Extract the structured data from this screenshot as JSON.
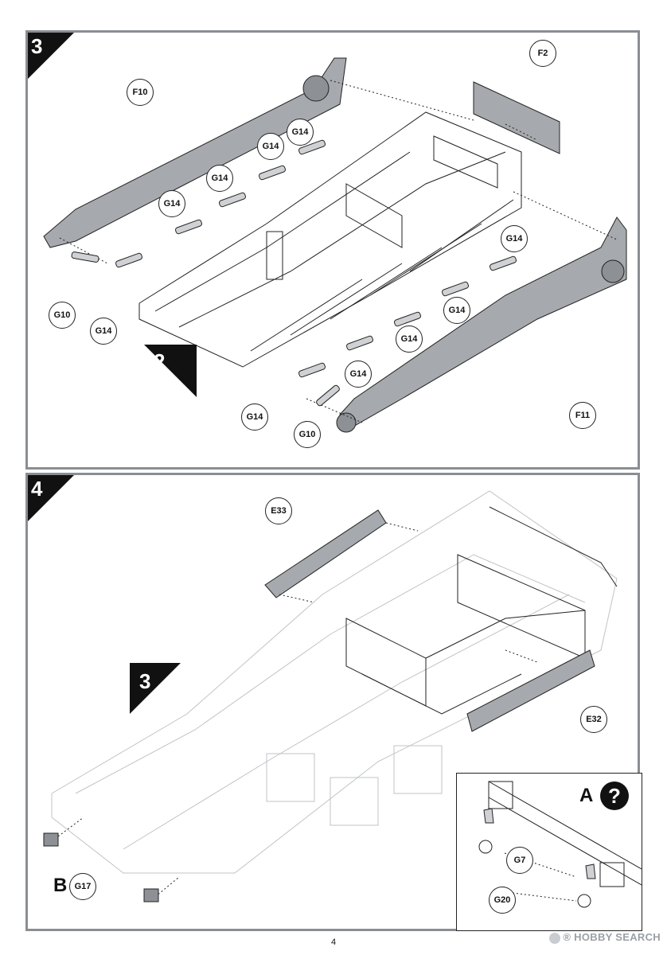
{
  "page": {
    "number": "4"
  },
  "watermark": {
    "text": "HOBBY SEARCH",
    "trademark": "®"
  },
  "step3": {
    "number": "3",
    "reference_step": "2",
    "labels": {
      "f10": "F10",
      "f2": "F2",
      "f11": "F11",
      "g14_a": "G14",
      "g14_b": "G14",
      "g14_c": "G14",
      "g14_d": "G14",
      "g14_e": "G14",
      "g14_f": "G14",
      "g14_g": "G14",
      "g14_h": "G14",
      "g14_i": "G14",
      "g14_j": "G14",
      "g10_a": "G10",
      "g10_b": "G10"
    }
  },
  "step4": {
    "number": "4",
    "reference_step": "3",
    "labels": {
      "e33": "E33",
      "e32": "E32",
      "g17": "G17",
      "letter_b": "B"
    },
    "inset": {
      "letter": "A",
      "question_mark": "?",
      "g7": "G7",
      "g20": "G20"
    }
  },
  "colors": {
    "panel_border": "#8a8e93",
    "part_fill": "#a6a9ad",
    "line": "#222222",
    "ghost_line": "#bfc3c7"
  }
}
